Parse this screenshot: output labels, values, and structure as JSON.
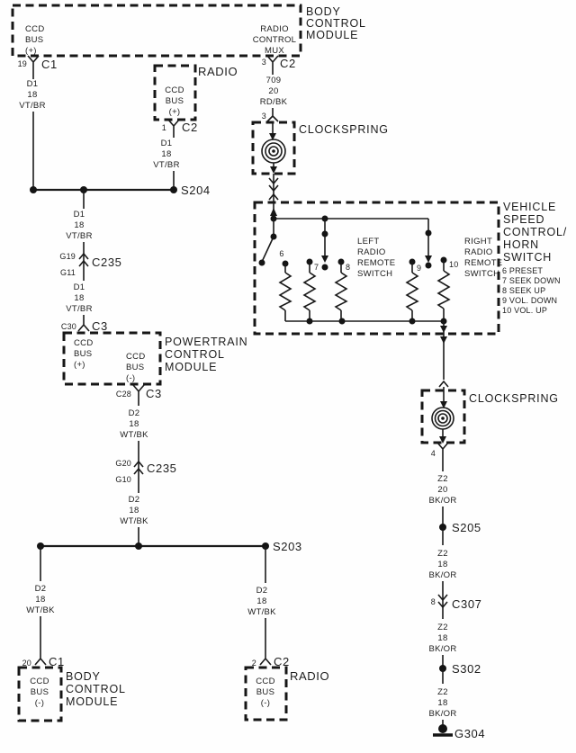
{
  "colors": {
    "ink": "#1a1a1a",
    "paper": "#fefefe"
  },
  "modules": {
    "bcm_top": {
      "title": [
        "BODY",
        "CONTROL",
        "MODULE"
      ]
    },
    "radio_top": {
      "title": "RADIO"
    },
    "clockspring_top": {
      "title": "CLOCKSPRING"
    },
    "pcm": {
      "title": [
        "POWERTRAIN",
        "CONTROL",
        "MODULE"
      ]
    },
    "vsc_switch": {
      "title": [
        "VEHICLE",
        "SPEED",
        "CONTROL/",
        "HORN",
        "SWITCH"
      ],
      "functions": [
        "6 PRESET",
        "7 SEEK DOWN",
        "8 SEEK UP",
        "9 VOL. DOWN",
        "10 VOL. UP"
      ],
      "left_label": [
        "LEFT",
        "RADIO",
        "REMOTE",
        "SWITCH"
      ],
      "right_label": [
        "RIGHT",
        "RADIO",
        "REMOTE",
        "SWITCH"
      ],
      "pins": [
        "6",
        "7",
        "8",
        "9",
        "10"
      ]
    },
    "clockspring_bottom": {
      "title": "CLOCKSPRING"
    },
    "bcm_bottom": {
      "title": [
        "BODY",
        "CONTROL",
        "MODULE"
      ]
    },
    "radio_bottom": {
      "title": "RADIO"
    }
  },
  "bus_labels": {
    "ccd_plus": [
      "CCD",
      "BUS",
      "(+)"
    ],
    "ccd_minus": [
      "CCD",
      "BUS",
      "(-)"
    ],
    "radio_mux": [
      "RADIO",
      "CONTROL",
      "MUX"
    ]
  },
  "pins": {
    "bcm_top_left": {
      "cavity": "19",
      "connector": "C1"
    },
    "bcm_top_right": {
      "cavity": "3",
      "connector": "C2"
    },
    "radio_top": {
      "cavity": "1",
      "connector": "C2"
    },
    "clockspring_top_in": {
      "cavity": "3"
    },
    "pcm_top": {
      "cavity": "C30",
      "connector": "C3"
    },
    "pcm_bottom": {
      "cavity": "C28",
      "connector": "C3"
    },
    "clockspring_bottom_out": {
      "cavity": "4"
    },
    "bcm_bottom": {
      "cavity": "20",
      "connector": "C1"
    },
    "radio_bottom": {
      "cavity": "2",
      "connector": "C2"
    },
    "c307": {
      "cavity": "8",
      "connector": "C307"
    }
  },
  "inline_connectors": {
    "c235_upper": {
      "name": "C235",
      "top_cavity": "G19",
      "bottom_cavity": "G11"
    },
    "c235_lower": {
      "name": "C235",
      "top_cavity": "G20",
      "bottom_cavity": "G10"
    }
  },
  "splices": {
    "s204": "S204",
    "s203": "S203",
    "s205": "S205",
    "s302": "S302"
  },
  "ground": {
    "name": "G304"
  },
  "wires": {
    "d1": {
      "circuit": "D1",
      "gauge": "18",
      "color": "VT/BR"
    },
    "d2": {
      "circuit": "D2",
      "gauge": "18",
      "color": "WT/BK"
    },
    "mux": {
      "circuit": "709",
      "gauge": "20",
      "color": "RD/BK"
    },
    "z2a": {
      "circuit": "Z2",
      "gauge": "20",
      "color": "BK/OR"
    },
    "z2b": {
      "circuit": "Z2",
      "gauge": "18",
      "color": "BK/OR"
    }
  }
}
